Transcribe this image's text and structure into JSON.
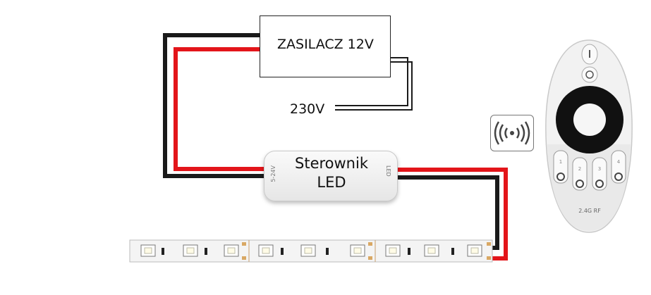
{
  "diagram": {
    "power_supply": {
      "label": "ZASILACZ 12V"
    },
    "mains": {
      "label": "230V"
    },
    "controller": {
      "line1": "Sterownik",
      "line2": "LED",
      "left_marking": "5-24V",
      "right_marking": "LED"
    },
    "remote": {
      "brand_label": "2.4G RF",
      "zone_labels": [
        "1",
        "2",
        "3",
        "4"
      ]
    }
  },
  "colors": {
    "positive_wire": "#e3151a",
    "negative_wire": "#1a1a1a",
    "led_strip": "#f4f4f4",
    "remote_body": "#f2f2f2",
    "remote_wheel": "#111111"
  },
  "icons": {
    "wireless": "wireless-signal-icon"
  }
}
